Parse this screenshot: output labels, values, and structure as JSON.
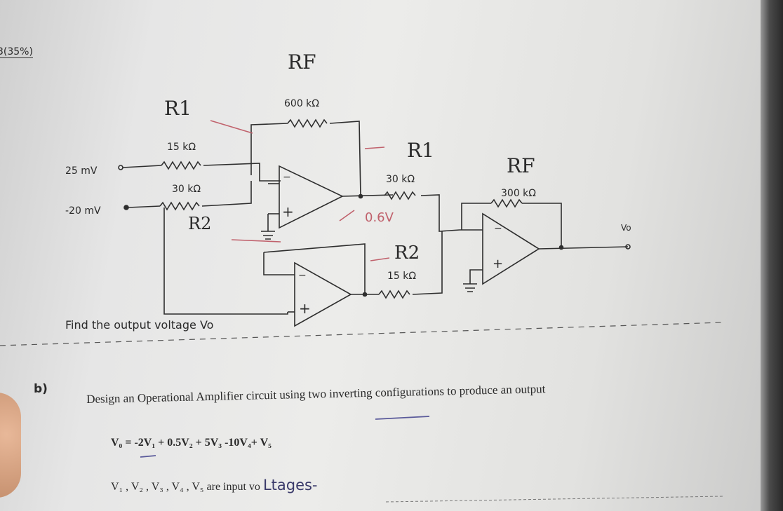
{
  "header": {
    "marks": "3(35%)"
  },
  "circuit": {
    "annotations": {
      "rf_top": "RF",
      "r1_left": "R1",
      "r2_left": "R2",
      "r1_mid": "R1",
      "r2_mid": "R2",
      "rf_right": "RF",
      "mid_voltage": "0.6V"
    },
    "labels": {
      "rf_top": "600 kΩ",
      "r1_left": "15 kΩ",
      "r2_left": "30 kΩ",
      "r1_mid": "30 kΩ",
      "r2_mid": "15 kΩ",
      "rf_right": "300 kΩ",
      "input1": "25 mV",
      "input2": "-20 mV",
      "output": "Vo"
    },
    "question": "Find the output voltage Vo"
  },
  "part_b": {
    "label": "b)",
    "line1": "Design an Operational Amplifier circuit using two inverting configurations to produce an output",
    "line2": "V₀ = -2V₁ + 0.5V₂ +  5V₃ -10V₄+ V₅",
    "line3_printed": "V₁ , V₂ , V₃ , V₄ , V₅  are input vo",
    "line3_hand": "Ltages-"
  }
}
